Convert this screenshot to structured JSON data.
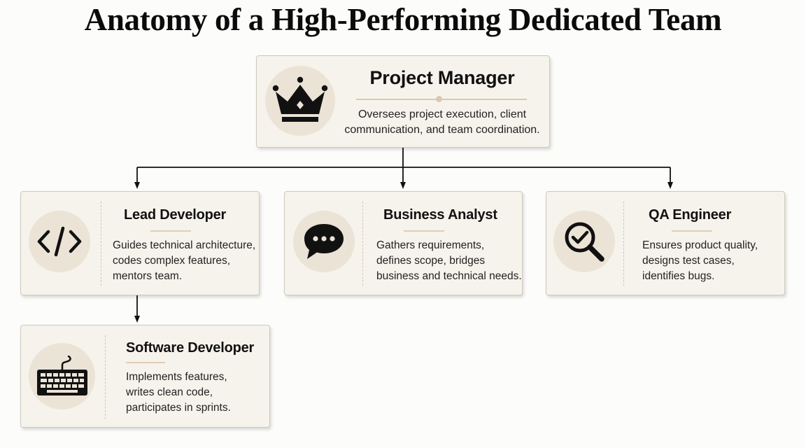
{
  "title": "Anatomy of a High-Performing Dedicated Team",
  "colors": {
    "card_bg": "#f6f3ec",
    "card_border": "#cfc9be",
    "icon_circle": "#ebe3d6",
    "accent_line": "#e0cdb4",
    "connector": "#111111"
  },
  "nodes": {
    "project_manager": {
      "role": "Project Manager",
      "icon": "crown-icon",
      "desc": [
        "Oversees project execution, client",
        "communication, and team coordination."
      ]
    },
    "lead_developer": {
      "role": "Lead Developer",
      "icon": "code-icon",
      "desc": [
        "Guides technical architecture,",
        "codes complex features,",
        "mentors team."
      ]
    },
    "business_analyst": {
      "role": "Business Analyst",
      "icon": "chat-bubble-icon",
      "desc": [
        "Gathers requirements,",
        "defines scope, bridges",
        "business and technical needs."
      ]
    },
    "qa_engineer": {
      "role": "QA Engineer",
      "icon": "magnifier-check-icon",
      "desc": [
        "Ensures product quality,",
        "designs test cases,",
        "identifies bugs."
      ]
    },
    "software_developer": {
      "role": "Software Developer",
      "icon": "keyboard-icon",
      "desc": [
        "Implements features,",
        "writes clean code,",
        "participates in sprints."
      ]
    }
  },
  "edges": [
    {
      "from": "Project Manager",
      "to": "Lead Developer"
    },
    {
      "from": "Project Manager",
      "to": "Business Analyst"
    },
    {
      "from": "Project Manager",
      "to": "QA Engineer"
    },
    {
      "from": "Lead Developer",
      "to": "Software Developer"
    }
  ]
}
